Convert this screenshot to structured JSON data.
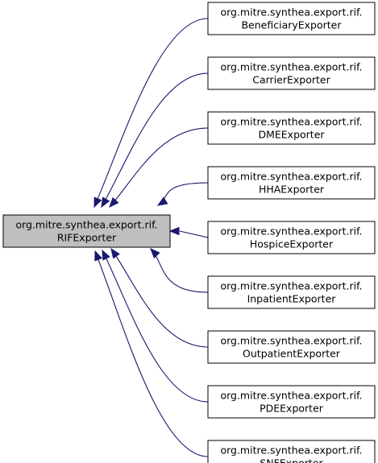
{
  "base": {
    "line1": "org.mitre.synthea.export.rif.",
    "line2": "RIFExporter"
  },
  "children": [
    {
      "line1": "org.mitre.synthea.export.rif.",
      "line2": "BeneficiaryExporter"
    },
    {
      "line1": "org.mitre.synthea.export.rif.",
      "line2": "CarrierExporter"
    },
    {
      "line1": "org.mitre.synthea.export.rif.",
      "line2": "DMEExporter"
    },
    {
      "line1": "org.mitre.synthea.export.rif.",
      "line2": "HHAExporter"
    },
    {
      "line1": "org.mitre.synthea.export.rif.",
      "line2": "HospiceExporter"
    },
    {
      "line1": "org.mitre.synthea.export.rif.",
      "line2": "InpatientExporter"
    },
    {
      "line1": "org.mitre.synthea.export.rif.",
      "line2": "OutpatientExporter"
    },
    {
      "line1": "org.mitre.synthea.export.rif.",
      "line2": "PDEExporter"
    },
    {
      "line1": "org.mitre.synthea.export.rif.",
      "line2": "SNFExporter"
    }
  ],
  "colors": {
    "edge": "#191970",
    "base_fill": "#bfbfbf",
    "node_fill": "#ffffff",
    "border": "#000000"
  }
}
